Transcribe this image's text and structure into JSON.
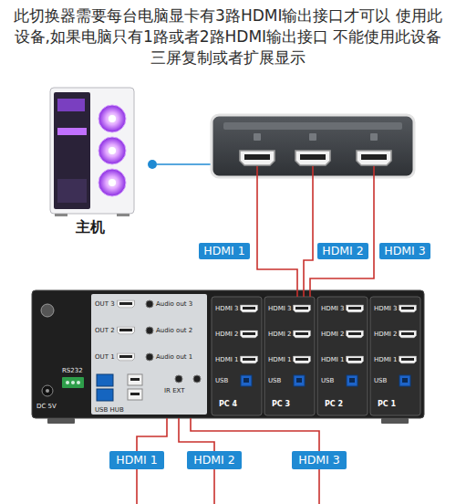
{
  "diagram": {
    "title": "此切换器需要每台电脑显卡有3路HDMI输出接口才可以 使用此设备,如果电脑只有1路或者2路HDMI输出接口 不能使用此设备三屏复制或者扩展显示",
    "nodes": [
      {
        "text": [
          "主机"
        ]
      },
      {
        "text": [
          "OUT 3",
          "Audio out 3",
          "OUT 2",
          "Audio out 2",
          "OUT 1",
          "Audio out 1",
          "USB HUB",
          "RS232",
          "DC 5V",
          "IR EXT"
        ]
      },
      {
        "text": [
          "HDMI 3",
          "HDMI 2",
          "HDMI 1",
          "USB",
          "PC 4"
        ],
        "in": 1
      },
      {
        "text": [
          "HDMI 3",
          "HDMI 2",
          "HDMI 1",
          "USB",
          "PC 3"
        ],
        "in": 1
      },
      {
        "text": [
          "HDMI 3",
          "HDMI 2",
          "HDMI 1",
          "USB",
          "PC 2"
        ],
        "in": 1
      },
      {
        "text": [
          "HDMI 3",
          "HDMI 2",
          "HDMI 1",
          "USB",
          "PC 1"
        ],
        "in": 1
      },
      {
        "text": [
          "HDMI 1"
        ]
      },
      {
        "text": [
          "HDMI 2"
        ]
      },
      {
        "text": [
          "HDMI 3"
        ]
      }
    ],
    "edges": [
      {
        "from": 0,
        "to": 3,
        "arrow": "none",
        "label": "HDMI 1"
      },
      {
        "from": 0,
        "to": 3,
        "arrow": "none",
        "label": "HDMI 2"
      },
      {
        "from": 0,
        "to": 3,
        "arrow": "none",
        "label": "HDMI 3"
      },
      {
        "from": 1,
        "to": 6,
        "arrow": "none"
      },
      {
        "from": 1,
        "to": 7,
        "arrow": "none"
      },
      {
        "from": 1,
        "to": 8,
        "arrow": "none"
      }
    ]
  }
}
